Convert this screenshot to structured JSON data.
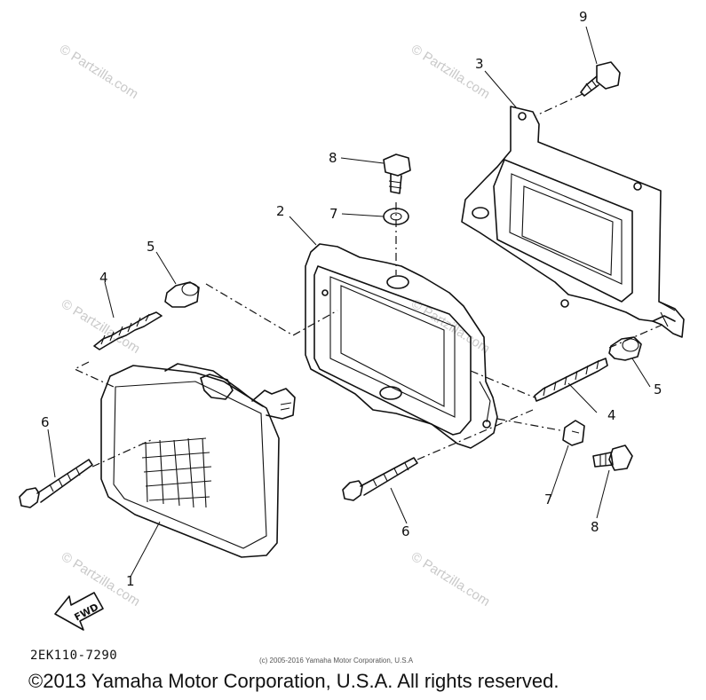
{
  "diagram": {
    "callouts": {
      "c1": "1",
      "c2": "2",
      "c3": "3",
      "c4a": "4",
      "c4b": "4",
      "c5a": "5",
      "c5b": "5",
      "c6a": "6",
      "c6b": "6",
      "c7a": "7",
      "c7b": "7",
      "c8a": "8",
      "c8b": "8",
      "c9": "9"
    },
    "fwd_label": "FWD",
    "watermark_text": "© Partzilla.com",
    "drawing_code": "2EK110-7290",
    "small_copyright": "(c) 2005-2016 Yamaha Motor Corporation, U.S.A",
    "copyright": "©2013 Yamaha Motor Corporation, U.S.A. All rights reserved."
  }
}
